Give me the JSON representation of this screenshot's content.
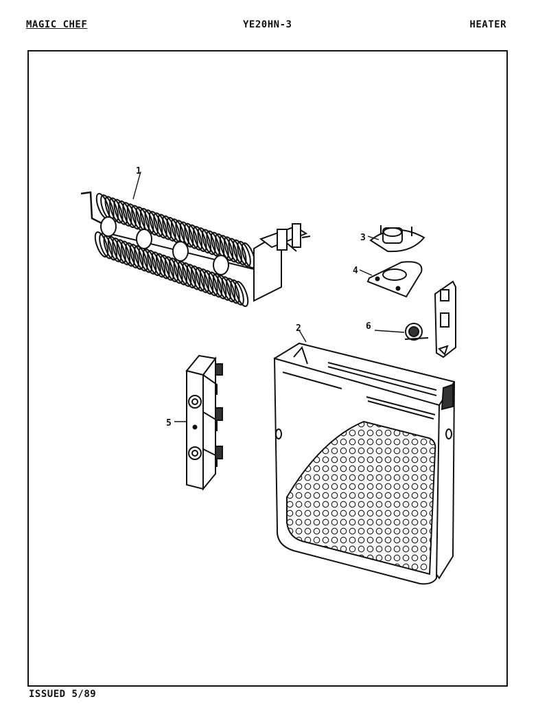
{
  "header": {
    "brand": "MAGIC CHEF",
    "model": "YE20HN-3",
    "section": "HEATER"
  },
  "footer": {
    "issued": "ISSUED 5/89"
  },
  "callouts": [
    {
      "number": "1",
      "part": "heater-element-assembly"
    },
    {
      "number": "2",
      "part": "heater-housing"
    },
    {
      "number": "3",
      "part": "thermostat"
    },
    {
      "number": "4",
      "part": "thermostat-bracket"
    },
    {
      "number": "5",
      "part": "terminal-block"
    },
    {
      "number": "6",
      "part": "thermal-fuse"
    }
  ]
}
